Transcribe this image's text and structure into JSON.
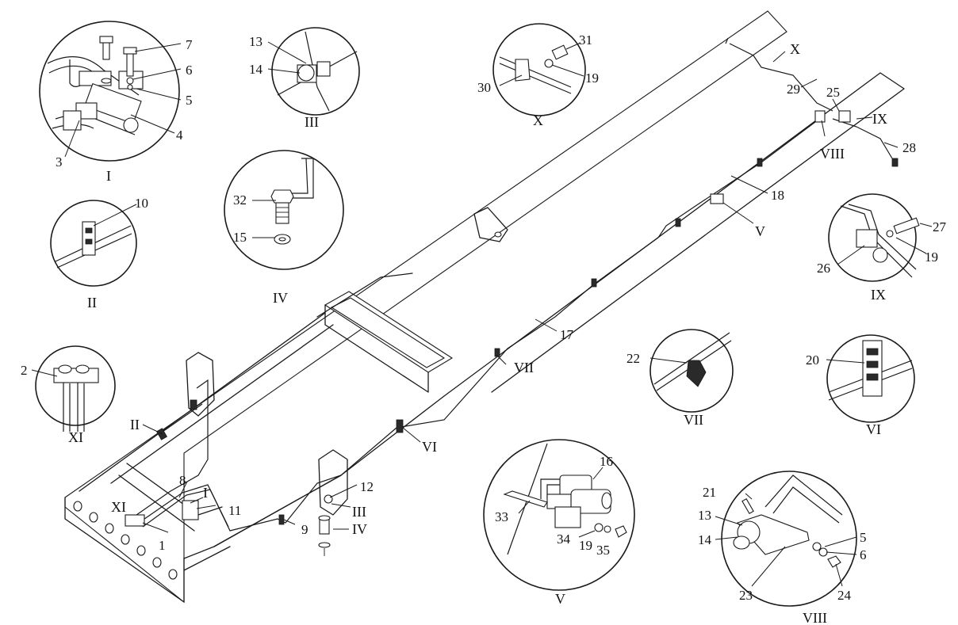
{
  "part_numbers": {
    "p1": "1",
    "p2": "2",
    "p3": "3",
    "p4": "4",
    "p5": "5",
    "p6": "6",
    "p7": "7",
    "p8": "8",
    "p9": "9",
    "p10": "10",
    "p11": "11",
    "p12": "12",
    "p13": "13",
    "p14": "14",
    "p15": "15",
    "p16": "16",
    "p17": "17",
    "p18": "18",
    "p19": "19",
    "p20": "20",
    "p21": "21",
    "p22": "22",
    "p23": "23",
    "p24": "24",
    "p25": "25",
    "p26": "26",
    "p27": "27",
    "p28": "28",
    "p29": "29",
    "p30": "30",
    "p31": "31",
    "p32": "32",
    "p33": "33",
    "p34": "34",
    "p35": "35"
  },
  "detail_views": {
    "d1": "I",
    "d2": "II",
    "d3": "III",
    "d4": "IV",
    "d5": "V",
    "d6": "VI",
    "d7": "VII",
    "d8": "VIII",
    "d9": "IX",
    "d10": "X",
    "d11": "XI"
  }
}
